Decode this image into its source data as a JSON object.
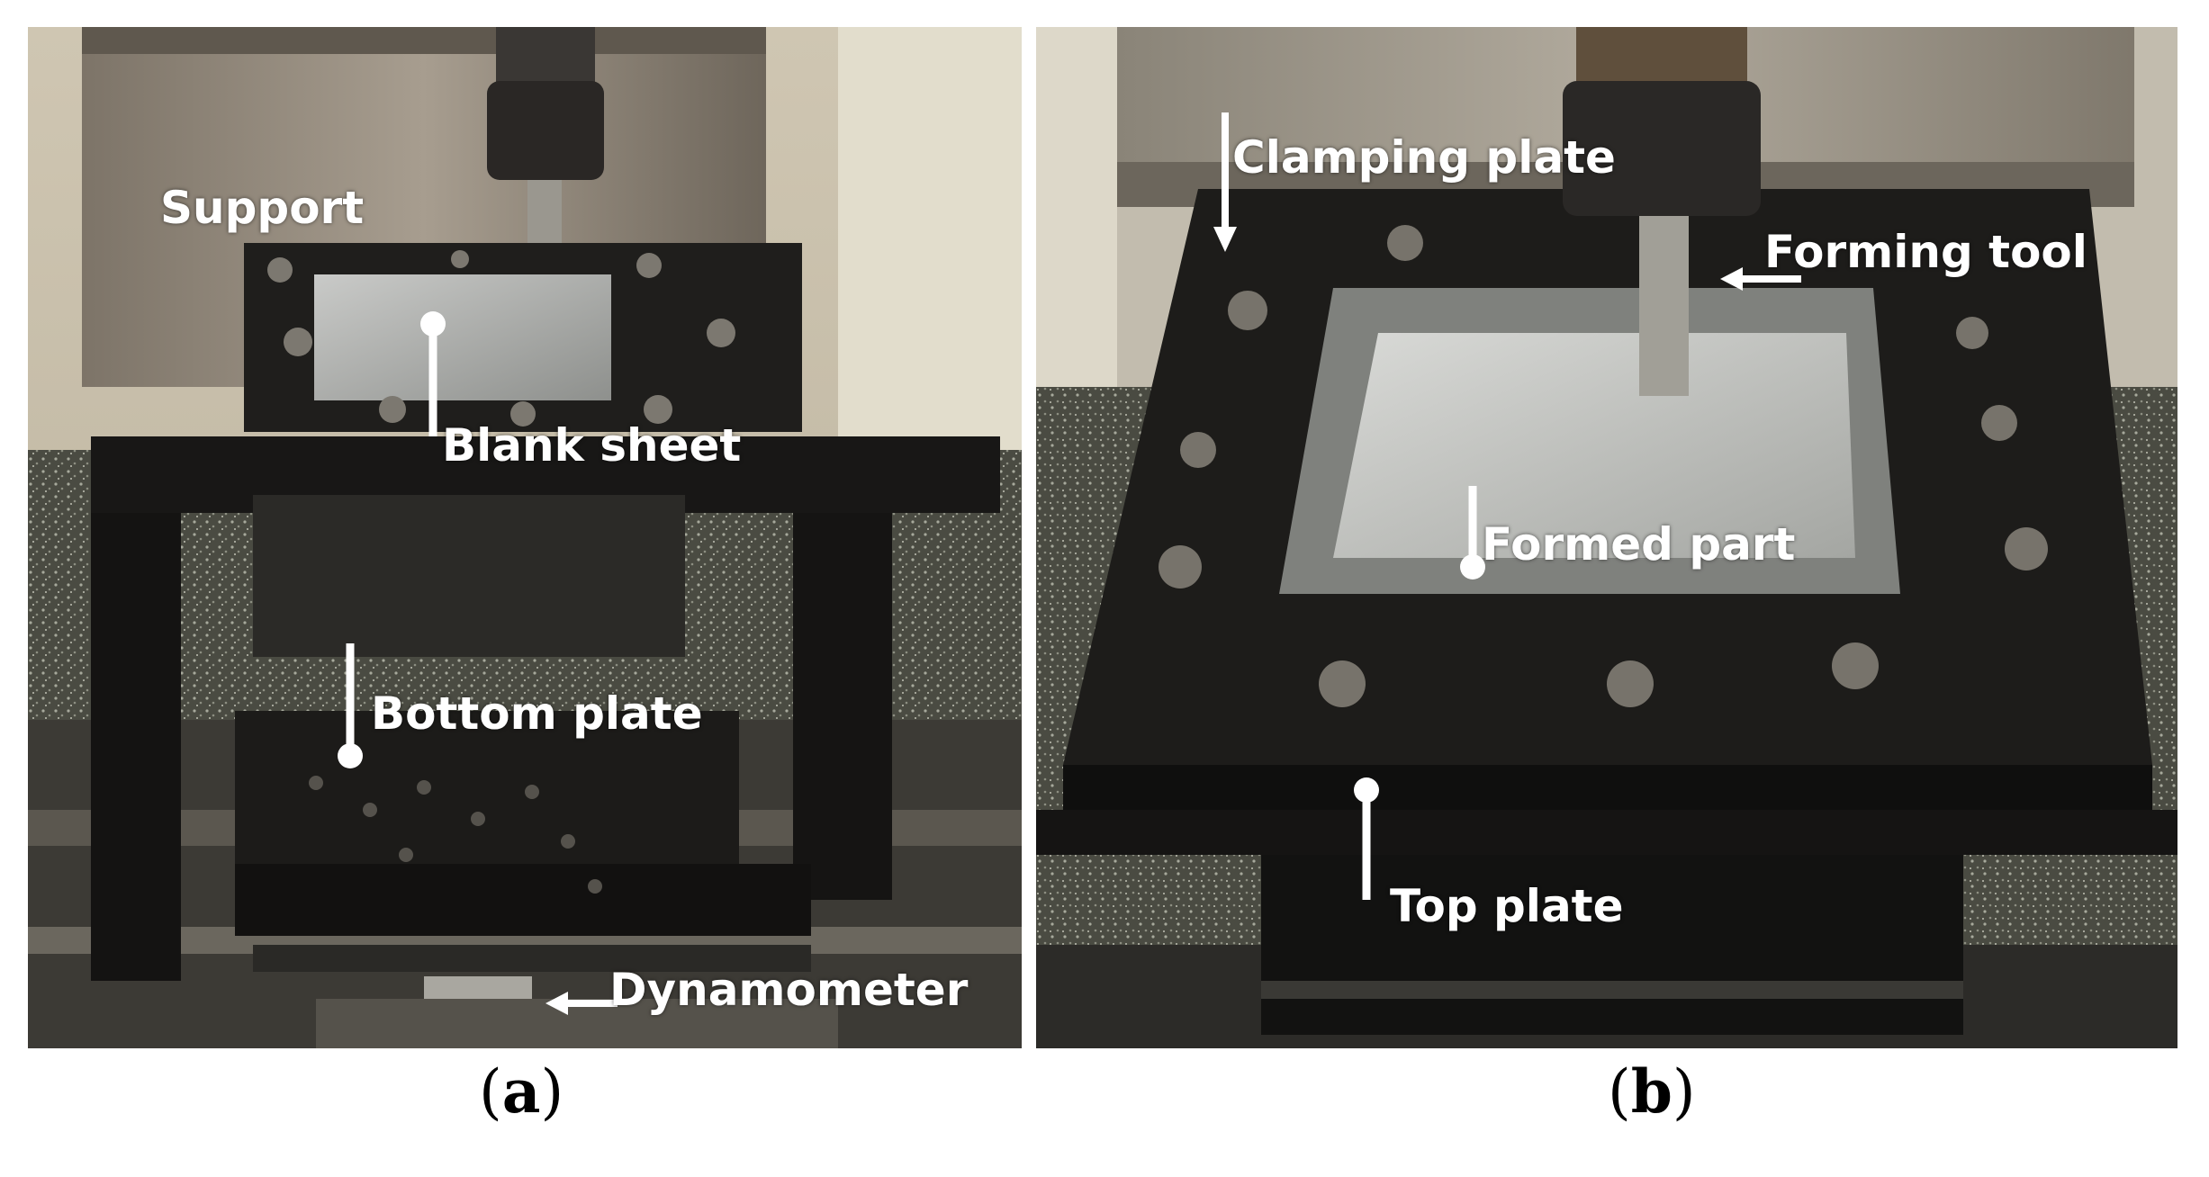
{
  "panel_a": {
    "labels": {
      "support": "Support",
      "blank_sheet": "Blank sheet",
      "bottom_plate": "Bottom plate",
      "dynamometer": "Dynamometer"
    },
    "caption": {
      "open": "(",
      "letter": "a",
      "close": ")"
    }
  },
  "panel_b": {
    "labels": {
      "clamping_plate": "Clamping plate",
      "forming_tool": "Forming tool",
      "formed_part": "Formed part",
      "top_plate": "Top plate"
    },
    "caption": {
      "open": "(",
      "letter": "b",
      "close": ")"
    }
  },
  "colors": {
    "label": "#ffffff",
    "caption": "#000000"
  }
}
